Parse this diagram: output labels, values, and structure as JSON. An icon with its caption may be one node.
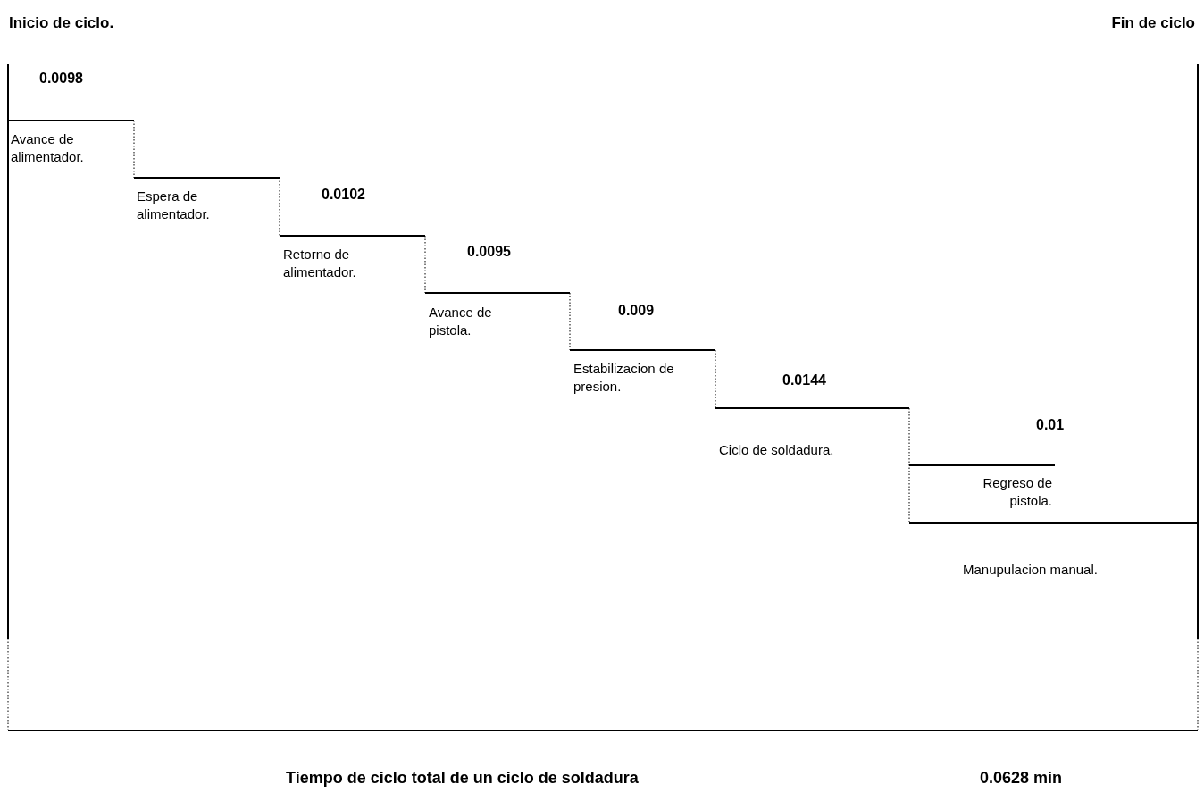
{
  "diagram": {
    "labels": [
      "Inicio de ciclo.",
      "Fin de ciclo",
      "0.0098",
      "Avance de alimentador.",
      "Espera de alimentador.",
      "0.0102",
      "Retorno de alimentador.",
      "0.0095",
      "Avance de pistola.",
      "0.009",
      "Estabilizacion de presion.",
      "0.0144",
      "Ciclo de soldadura.",
      "0.01",
      "Regreso de pistola.",
      "Manupulacion manual.",
      "Tiempo de ciclo total de un ciclo de soldadura",
      "0.0628 min"
    ]
  }
}
